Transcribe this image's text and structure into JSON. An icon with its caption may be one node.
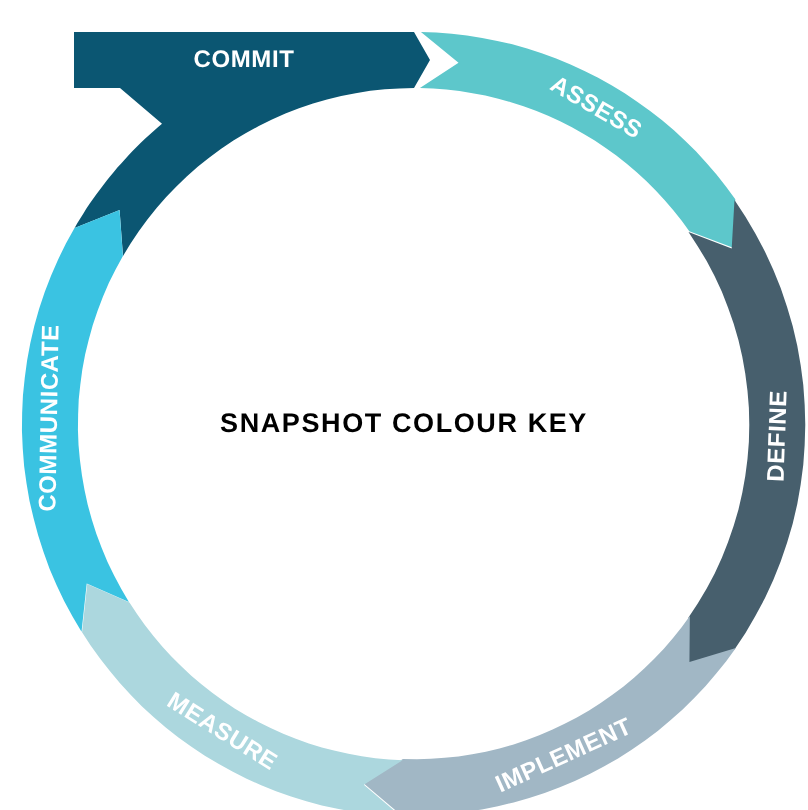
{
  "diagram": {
    "title": "SNAPSHOT COLOUR KEY",
    "nodes": [
      {
        "text": [
          "COMMIT"
        ]
      },
      {
        "text": [
          "ASSESS"
        ]
      },
      {
        "text": [
          "DEFINE"
        ]
      },
      {
        "text": [
          "IMPLEMENT"
        ]
      },
      {
        "text": [
          "MEASURE"
        ]
      },
      {
        "text": [
          "COMMUNICATE"
        ]
      }
    ],
    "edges": []
  }
}
